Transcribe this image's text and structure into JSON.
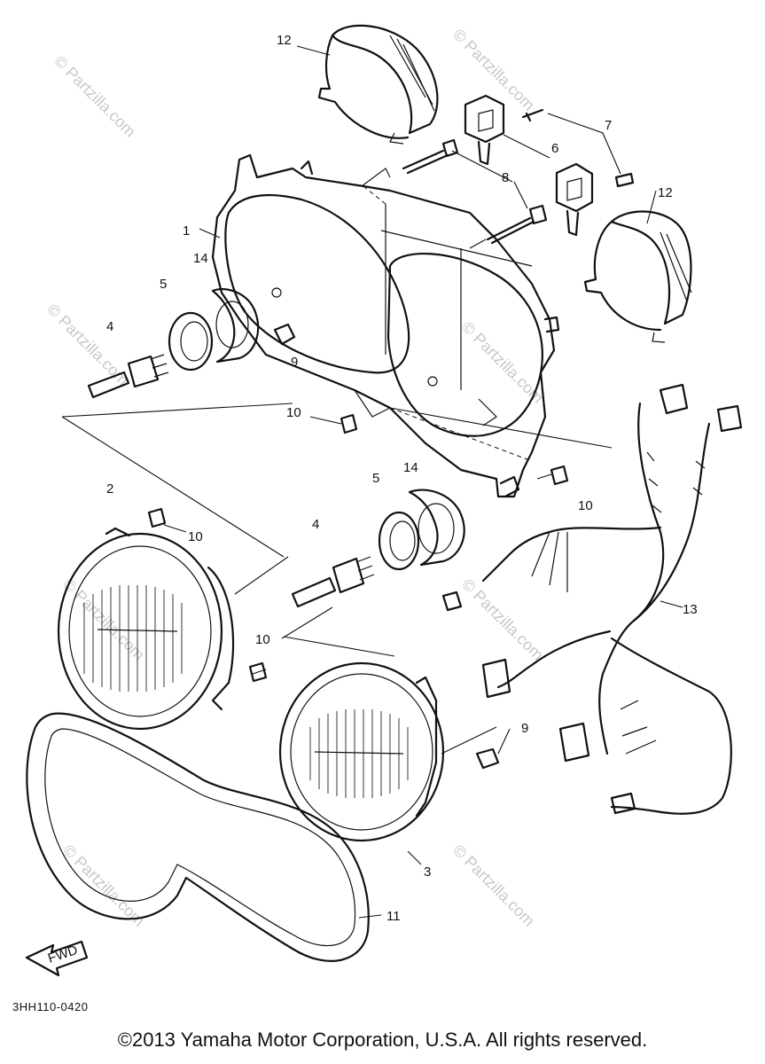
{
  "diagram": {
    "callouts": {
      "c1": "1",
      "c2": "2",
      "c3": "3",
      "c4a": "4",
      "c4b": "4",
      "c5a": "5",
      "c5b": "5",
      "c6": "6",
      "c7": "7",
      "c8": "8",
      "c9a": "9",
      "c9b": "9",
      "c10a": "10",
      "c10b": "10",
      "c10c": "10",
      "c10d": "10",
      "c11": "11",
      "c12a": "12",
      "c12b": "12",
      "c13": "13",
      "c14a": "14",
      "c14b": "14"
    },
    "fwd_label": "FWD",
    "watermark": "© Partzilla.com",
    "diagram_code": "3HH110-0420"
  },
  "footer": {
    "copyright": "©2013 Yamaha Motor Corporation, U.S.A. All rights reserved."
  }
}
